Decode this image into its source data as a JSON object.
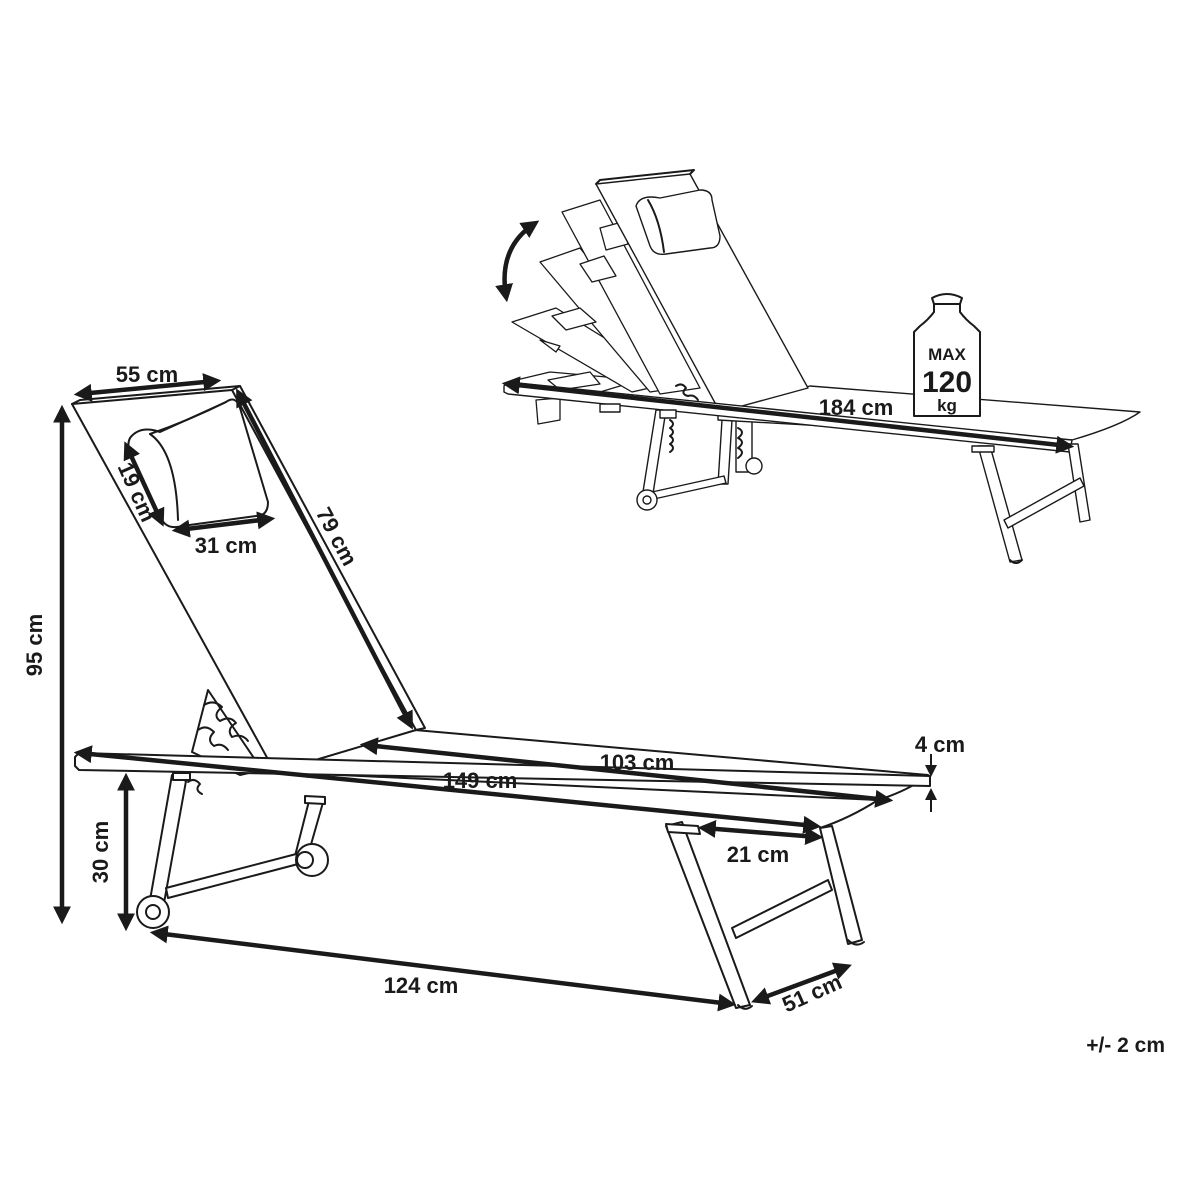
{
  "colors": {
    "line": "#1a1a1a",
    "background": "#ffffff"
  },
  "dimensions": {
    "width_backrest": "55 cm",
    "pillow_height": "19 cm",
    "pillow_width": "31 cm",
    "backrest_length": "79 cm",
    "total_height": "95 cm",
    "seat_length": "103 cm",
    "frame_length": "149 cm",
    "seat_thickness": "4 cm",
    "seat_height": "30 cm",
    "leg_offset": "21 cm",
    "base_length": "124 cm",
    "base_width": "51 cm",
    "total_length": "184 cm"
  },
  "weight_badge": {
    "line1": "MAX",
    "line2": "120",
    "line3": "kg"
  },
  "tolerance": "+/- 2 cm"
}
